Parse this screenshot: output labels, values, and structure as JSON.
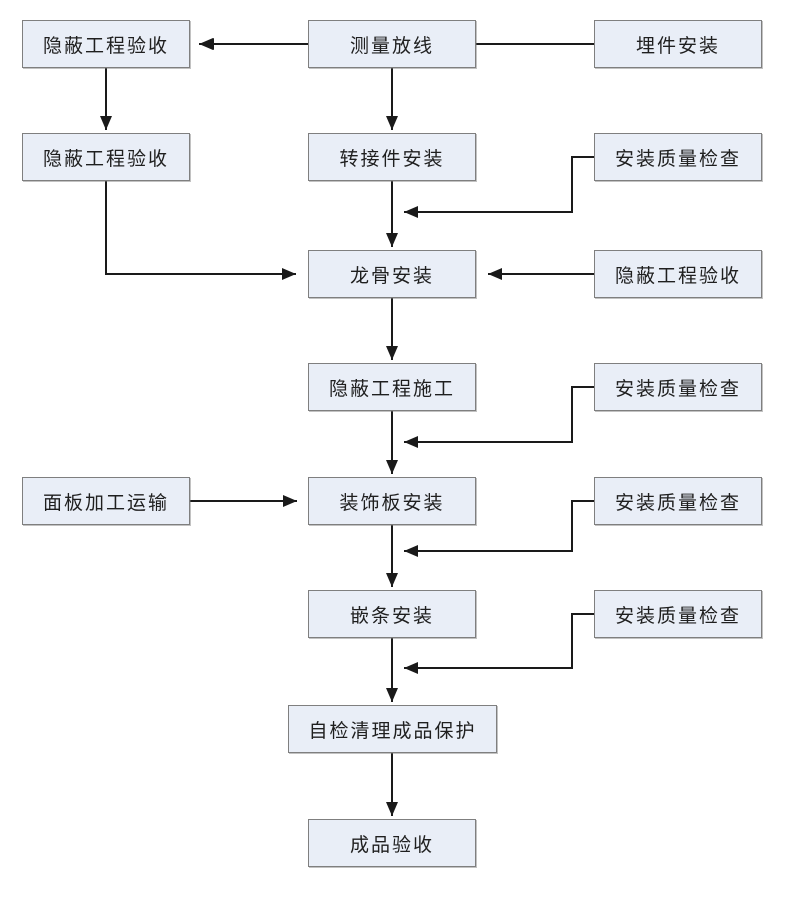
{
  "diagram": {
    "type": "flowchart",
    "language": "zh-CN",
    "colors": {
      "background": "#ffffff",
      "node_fill": "#e9eef7",
      "node_border": "#7f7f7f",
      "connector": "#1a1a1a",
      "text": "#1f1f1f"
    },
    "nodes": [
      {
        "id": "hidden-works-acceptance-1",
        "label": "隐蔽工程验收"
      },
      {
        "id": "measure-set-out",
        "label": "测量放线"
      },
      {
        "id": "embedded-parts-install",
        "label": "埋件安装"
      },
      {
        "id": "hidden-works-acceptance-2",
        "label": "隐蔽工程验收"
      },
      {
        "id": "adapter-install",
        "label": "转接件安装"
      },
      {
        "id": "install-quality-check-1",
        "label": "安装质量检查"
      },
      {
        "id": "keel-install",
        "label": "龙骨安装"
      },
      {
        "id": "hidden-works-acceptance-3",
        "label": "隐蔽工程验收"
      },
      {
        "id": "hidden-works-construction",
        "label": "隐蔽工程施工"
      },
      {
        "id": "install-quality-check-2",
        "label": "安装质量检查"
      },
      {
        "id": "panel-processing-transport",
        "label": "面板加工运输"
      },
      {
        "id": "decorative-panel-install",
        "label": "装饰板安装"
      },
      {
        "id": "install-quality-check-3",
        "label": "安装质量检查"
      },
      {
        "id": "trim-strip-install",
        "label": "嵌条安装"
      },
      {
        "id": "install-quality-check-4",
        "label": "安装质量检查"
      },
      {
        "id": "self-check-clean-protect",
        "label": "自检清理成品保护"
      },
      {
        "id": "finished-product-acceptance",
        "label": "成品验收"
      }
    ],
    "edges": [
      {
        "from": "embedded-parts-install",
        "to": "measure-set-out"
      },
      {
        "from": "measure-set-out",
        "to": "hidden-works-acceptance-1"
      },
      {
        "from": "hidden-works-acceptance-1",
        "to": "hidden-works-acceptance-2"
      },
      {
        "from": "measure-set-out",
        "to": "adapter-install"
      },
      {
        "from": "adapter-install",
        "to": "keel-install"
      },
      {
        "from": "install-quality-check-1",
        "to": "adapter-install→keel-install"
      },
      {
        "from": "hidden-works-acceptance-2",
        "to": "keel-install"
      },
      {
        "from": "hidden-works-acceptance-3",
        "to": "keel-install"
      },
      {
        "from": "keel-install",
        "to": "hidden-works-construction"
      },
      {
        "from": "install-quality-check-2",
        "to": "hidden-works-construction→decorative-panel-install"
      },
      {
        "from": "hidden-works-construction",
        "to": "decorative-panel-install"
      },
      {
        "from": "panel-processing-transport",
        "to": "decorative-panel-install"
      },
      {
        "from": "install-quality-check-3",
        "to": "decorative-panel-install→trim-strip-install"
      },
      {
        "from": "decorative-panel-install",
        "to": "trim-strip-install"
      },
      {
        "from": "install-quality-check-4",
        "to": "trim-strip-install→self-check-clean-protect"
      },
      {
        "from": "trim-strip-install",
        "to": "self-check-clean-protect"
      },
      {
        "from": "self-check-clean-protect",
        "to": "finished-product-acceptance"
      }
    ]
  }
}
